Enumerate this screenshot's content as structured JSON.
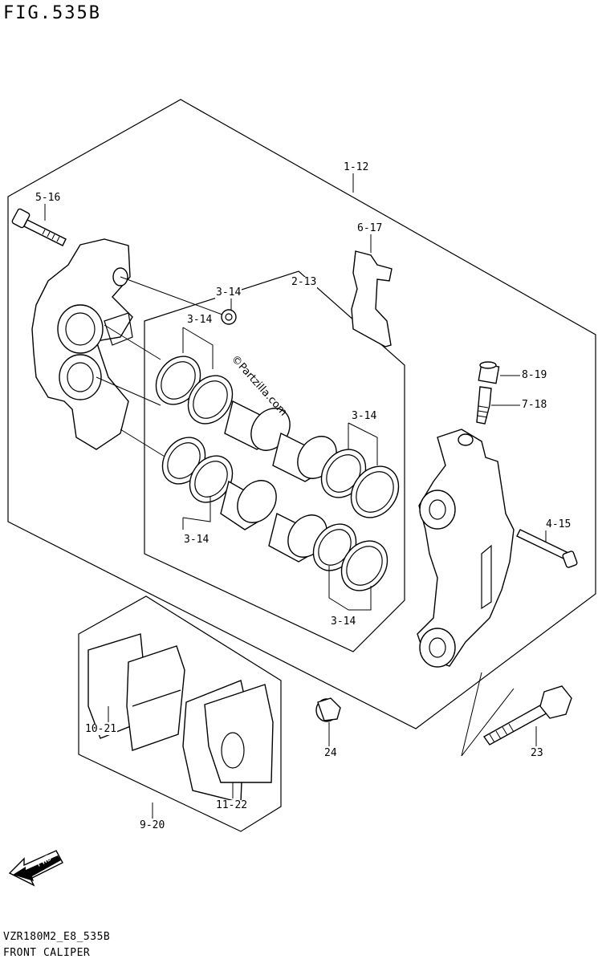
{
  "figure": {
    "title": "FIG.535B",
    "code": "VZR180M2_E8_535B",
    "name": "FRONT CALIPER"
  },
  "watermark": "©Partzilla.com",
  "fwd_arrow": "FWD",
  "callouts": {
    "c1_12": "1-12",
    "c2_13": "2-13",
    "c3_14_nut": "3-14",
    "c3_14_a": "3-14",
    "c3_14_b": "3-14",
    "c3_14_c": "3-14",
    "c3_14_d": "3-14",
    "c4_15": "4-15",
    "c5_16": "5-16",
    "c6_17": "6-17",
    "c7_18": "7-18",
    "c8_19": "8-19",
    "c9_20": "9-20",
    "c10_21": "10-21",
    "c11_22": "11-22",
    "c23": "23",
    "c24": "24"
  }
}
